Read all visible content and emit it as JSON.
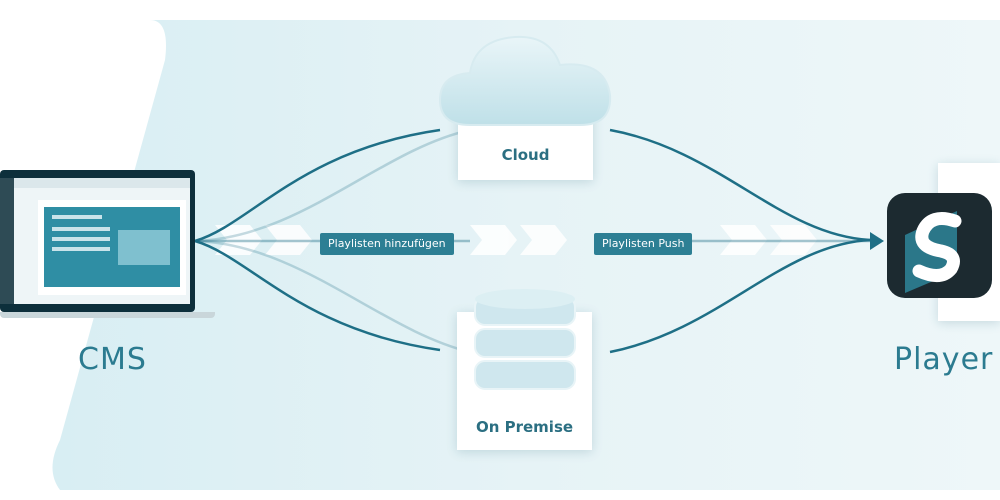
{
  "nodes": {
    "cms": {
      "label": "CMS"
    },
    "cloud": {
      "label": "Cloud"
    },
    "on_premise": {
      "label": "On Premise"
    },
    "player": {
      "label": "Player"
    }
  },
  "flow": {
    "step_1": "Playlisten hinzufügen",
    "step_2": "Playlisten Push"
  },
  "colors": {
    "accent": "#2d7f94",
    "line": "#1e6f86",
    "background": "#e3f1f5",
    "player_icon_bg": "#1c2a30",
    "player_icon_fg": "#ffffff"
  },
  "icons": {
    "cms": "laptop-icon",
    "cloud": "cloud-icon",
    "on_premise": "database-icon",
    "player": "player-app-icon"
  }
}
